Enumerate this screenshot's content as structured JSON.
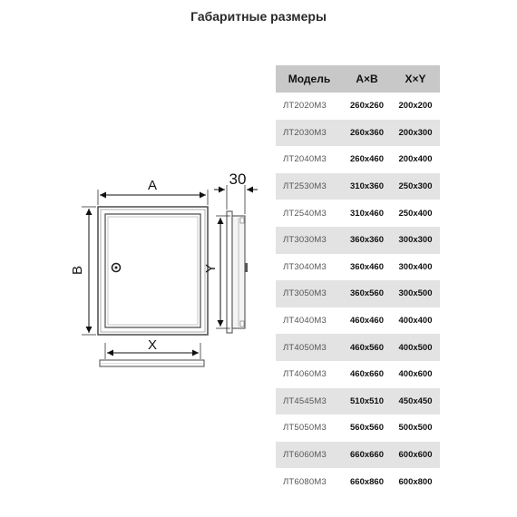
{
  "page": {
    "title": "Габаритные размеры"
  },
  "diagram": {
    "label_a": "A",
    "label_b": "B",
    "label_x": "X",
    "label_y": "Y",
    "label_depth": "30"
  },
  "table": {
    "headers": [
      "Модель",
      "A×B",
      "X×Y"
    ],
    "rows": [
      {
        "model": "ЛТ2020М3",
        "ab": "260х260",
        "xy": "200х200"
      },
      {
        "model": "ЛТ2030М3",
        "ab": "260х360",
        "xy": "200х300"
      },
      {
        "model": "ЛТ2040М3",
        "ab": "260х460",
        "xy": "200х400"
      },
      {
        "model": "ЛТ2530М3",
        "ab": "310х360",
        "xy": "250х300"
      },
      {
        "model": "ЛТ2540М3",
        "ab": "310х460",
        "xy": "250х400"
      },
      {
        "model": "ЛТ3030М3",
        "ab": "360х360",
        "xy": "300х300"
      },
      {
        "model": "ЛТ3040М3",
        "ab": "360х460",
        "xy": "300х400"
      },
      {
        "model": "ЛТ3050М3",
        "ab": "360х560",
        "xy": "300х500"
      },
      {
        "model": "ЛТ4040М3",
        "ab": "460х460",
        "xy": "400х400"
      },
      {
        "model": "ЛТ4050М3",
        "ab": "460х560",
        "xy": "400х500"
      },
      {
        "model": "ЛТ4060М3",
        "ab": "460х660",
        "xy": "400х600"
      },
      {
        "model": "ЛТ4545М3",
        "ab": "510х510",
        "xy": "450х450"
      },
      {
        "model": "ЛТ5050М3",
        "ab": "560х560",
        "xy": "500х500"
      },
      {
        "model": "ЛТ6060М3",
        "ab": "660х660",
        "xy": "600х600"
      },
      {
        "model": "ЛТ6080М3",
        "ab": "660х860",
        "xy": "600х800"
      }
    ]
  }
}
